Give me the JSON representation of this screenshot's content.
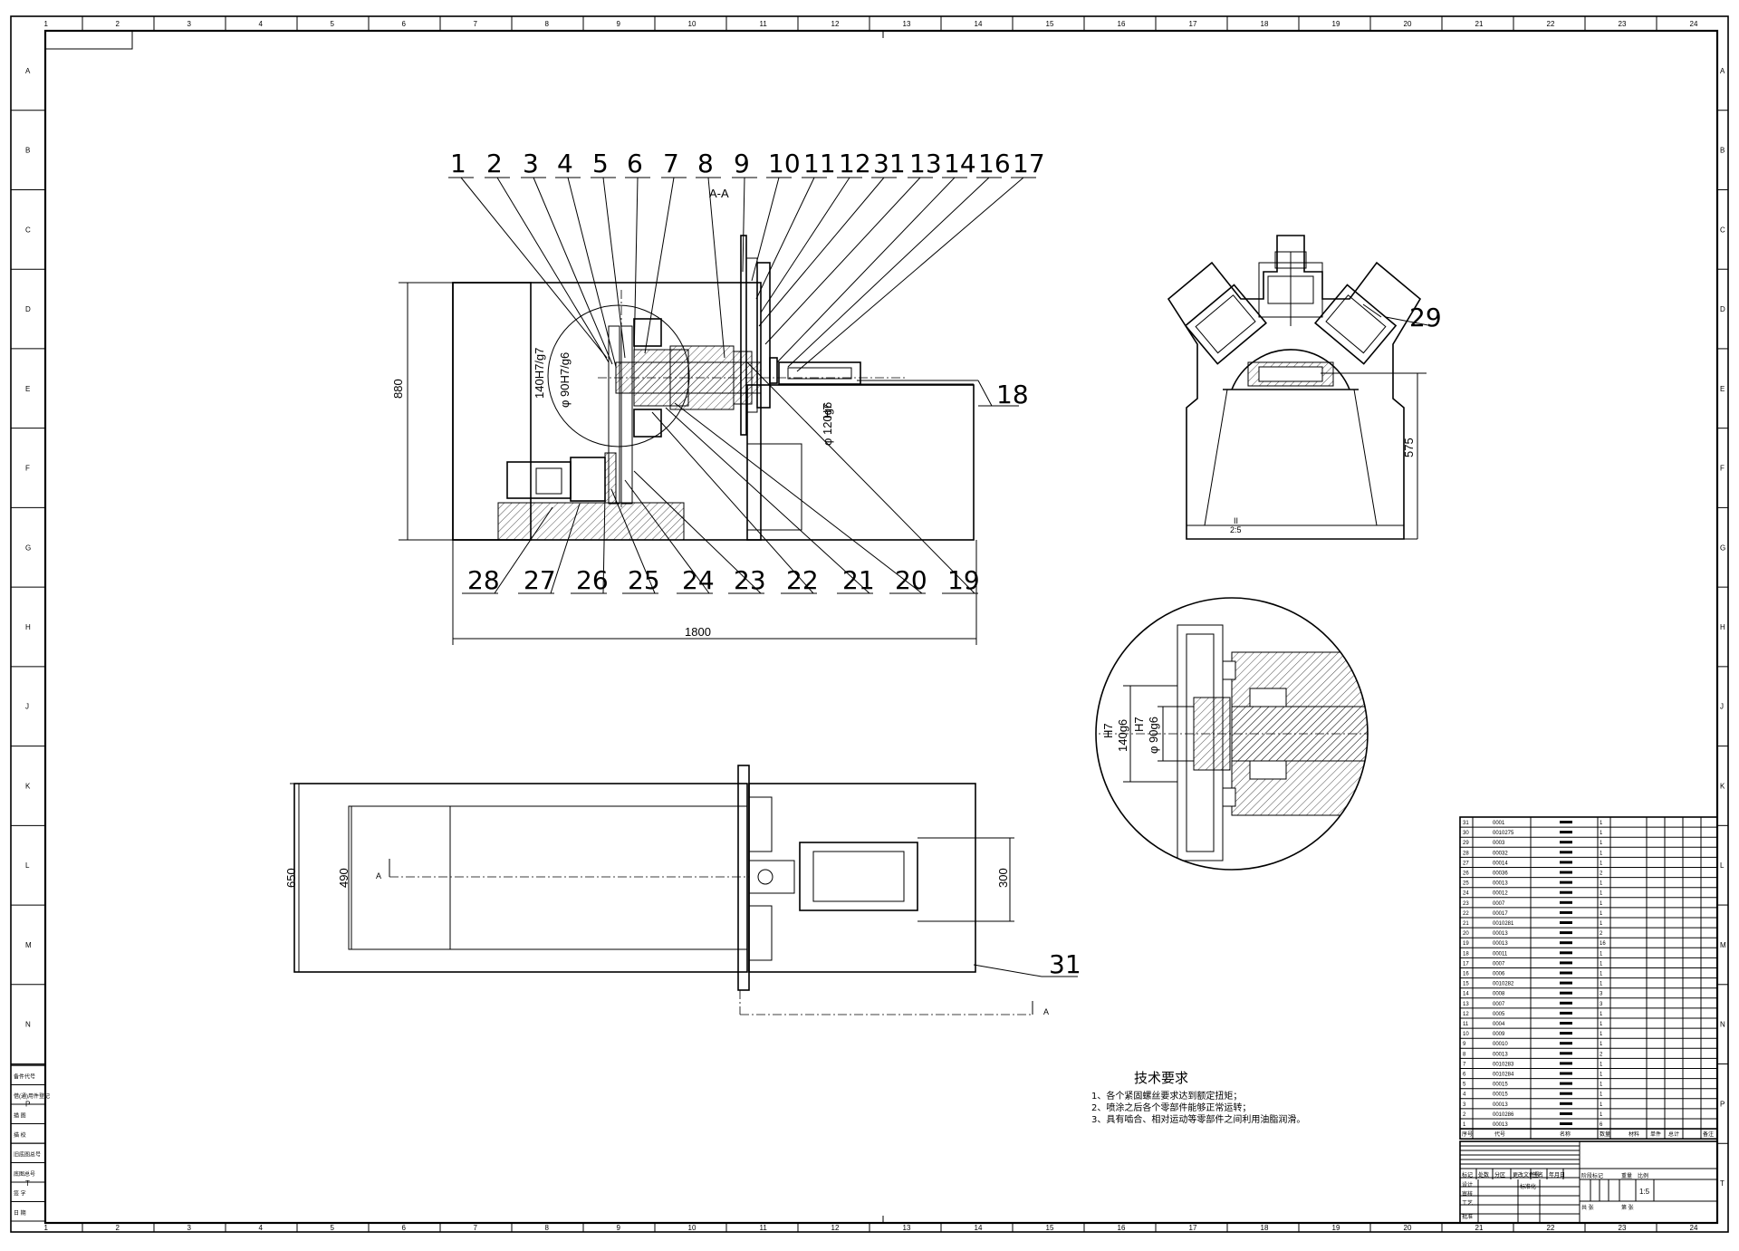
{
  "drawing": {
    "column_labels": [
      "1",
      "2",
      "3",
      "4",
      "5",
      "6",
      "7",
      "8",
      "9",
      "10",
      "11",
      "12",
      "13",
      "14",
      "15",
      "16",
      "17",
      "18",
      "19",
      "20",
      "21",
      "22",
      "23",
      "24"
    ],
    "row_labels": [
      "A",
      "B",
      "C",
      "D",
      "E",
      "F",
      "G",
      "H",
      "J",
      "K",
      "L",
      "M",
      "N",
      "P",
      "T"
    ],
    "section_label": "A-A",
    "section_marker": "A",
    "part_balloons_top": [
      "1",
      "2",
      "3",
      "4",
      "5",
      "6",
      "7",
      "8",
      "9",
      "10",
      "11",
      "12",
      "31",
      "13",
      "14",
      "16",
      "17"
    ],
    "part_balloons_bottom": [
      "28",
      "27",
      "26",
      "25",
      "24",
      "23",
      "22",
      "21",
      "20",
      "19"
    ],
    "part_balloon_18": "18",
    "part_balloon_29": "29",
    "part_balloon_31": "31",
    "dimensions": {
      "height_880": "880",
      "width_1800": "1800",
      "fit_140": "140H7/g7",
      "fit_90": "φ 90H7/g6",
      "fit_120": "φ 120g6",
      "fit_h7": "H7",
      "dim_575": "575",
      "dim_650": "650",
      "dim_490": "490",
      "dim_300": "300",
      "detail_h7a": "H7",
      "detail_140": "140g6",
      "detail_h7b": "H7",
      "detail_90": "φ 90g6",
      "scale_note": "II",
      "scale_value": "2:5"
    },
    "tech_requirements": {
      "title": "技术要求",
      "items": [
        "1、各个紧固螺丝要求达到额定扭矩；",
        "2、喷涂之后各个零部件能够正常运转；",
        "3、具有啮合、相对运动等零部件之间利用油脂润滑。"
      ]
    },
    "left_strip_labels": [
      "备件代号",
      "借(通)用件登记",
      "描 图",
      "描 校",
      "旧底图总号",
      "底图总号",
      "签 字",
      "日 期"
    ]
  },
  "bom": {
    "rows": [
      {
        "no": "31",
        "code": "0001",
        "qty": "1"
      },
      {
        "no": "30",
        "code": "0010275",
        "qty": "1"
      },
      {
        "no": "29",
        "code": "0003",
        "qty": "1"
      },
      {
        "no": "28",
        "code": "00032",
        "qty": "1"
      },
      {
        "no": "27",
        "code": "00014",
        "qty": "1"
      },
      {
        "no": "26",
        "code": "00036",
        "qty": "2"
      },
      {
        "no": "25",
        "code": "00013",
        "qty": "1"
      },
      {
        "no": "24",
        "code": "00012",
        "qty": "1"
      },
      {
        "no": "23",
        "code": "0007",
        "qty": "1"
      },
      {
        "no": "22",
        "code": "00017",
        "qty": "1"
      },
      {
        "no": "21",
        "code": "0010281",
        "qty": "1"
      },
      {
        "no": "20",
        "code": "00013",
        "qty": "2"
      },
      {
        "no": "19",
        "code": "00013",
        "qty": "16"
      },
      {
        "no": "18",
        "code": "00011",
        "qty": "1"
      },
      {
        "no": "17",
        "code": "0007",
        "qty": "1"
      },
      {
        "no": "16",
        "code": "0006",
        "qty": "1"
      },
      {
        "no": "15",
        "code": "0010282",
        "qty": "1"
      },
      {
        "no": "14",
        "code": "0008",
        "qty": "3"
      },
      {
        "no": "13",
        "code": "0007",
        "qty": "3"
      },
      {
        "no": "12",
        "code": "0005",
        "qty": "1"
      },
      {
        "no": "11",
        "code": "0004",
        "qty": "1"
      },
      {
        "no": "10",
        "code": "0009",
        "qty": "1"
      },
      {
        "no": "9",
        "code": "00010",
        "qty": "1"
      },
      {
        "no": "8",
        "code": "00013",
        "qty": "2"
      },
      {
        "no": "7",
        "code": "0010283",
        "qty": "1"
      },
      {
        "no": "6",
        "code": "0010284",
        "qty": "1"
      },
      {
        "no": "5",
        "code": "00015",
        "qty": "1"
      },
      {
        "no": "4",
        "code": "00015",
        "qty": "1"
      },
      {
        "no": "3",
        "code": "00013",
        "qty": "1"
      },
      {
        "no": "2",
        "code": "0010286",
        "qty": "1"
      },
      {
        "no": "1",
        "code": "00013",
        "qty": "6"
      }
    ],
    "header": [
      "序号",
      "代号",
      "名称",
      "数量",
      "材料",
      "单件",
      "总计",
      "备注"
    ],
    "title_block": {
      "scale": "1:5",
      "labels": [
        "标记",
        "处数",
        "分区",
        "更改文件号",
        "签名",
        "年月日",
        "设计",
        "审核",
        "工艺",
        "批准",
        "标准化",
        "阶段标记",
        "重量",
        "比例",
        "共 张",
        "第 张"
      ]
    }
  }
}
